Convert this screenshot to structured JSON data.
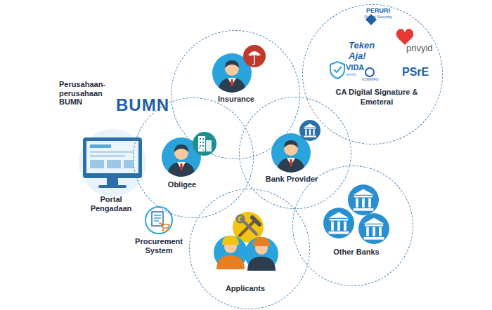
{
  "diagram": {
    "nodes": [
      {
        "text": [
          "Insurance"
        ]
      },
      {
        "text": [
          "CA Digital Signature & Emeterai"
        ]
      },
      {
        "text": [
          "Obligee"
        ]
      },
      {
        "text": [
          "Bank Provider"
        ]
      },
      {
        "text": [
          "Applicants"
        ]
      },
      {
        "text": [
          "Other Banks"
        ]
      }
    ],
    "labels": [
      "Perusahaan-perusahaan BUMN",
      "BUMN",
      "PERURI",
      "Digital Security",
      "Teken Aja!",
      "privyid",
      "VIDA",
      "Verify",
      "KOMINFO",
      "PSrE",
      "Portal Pengadaan",
      "Procurement System"
    ]
  }
}
